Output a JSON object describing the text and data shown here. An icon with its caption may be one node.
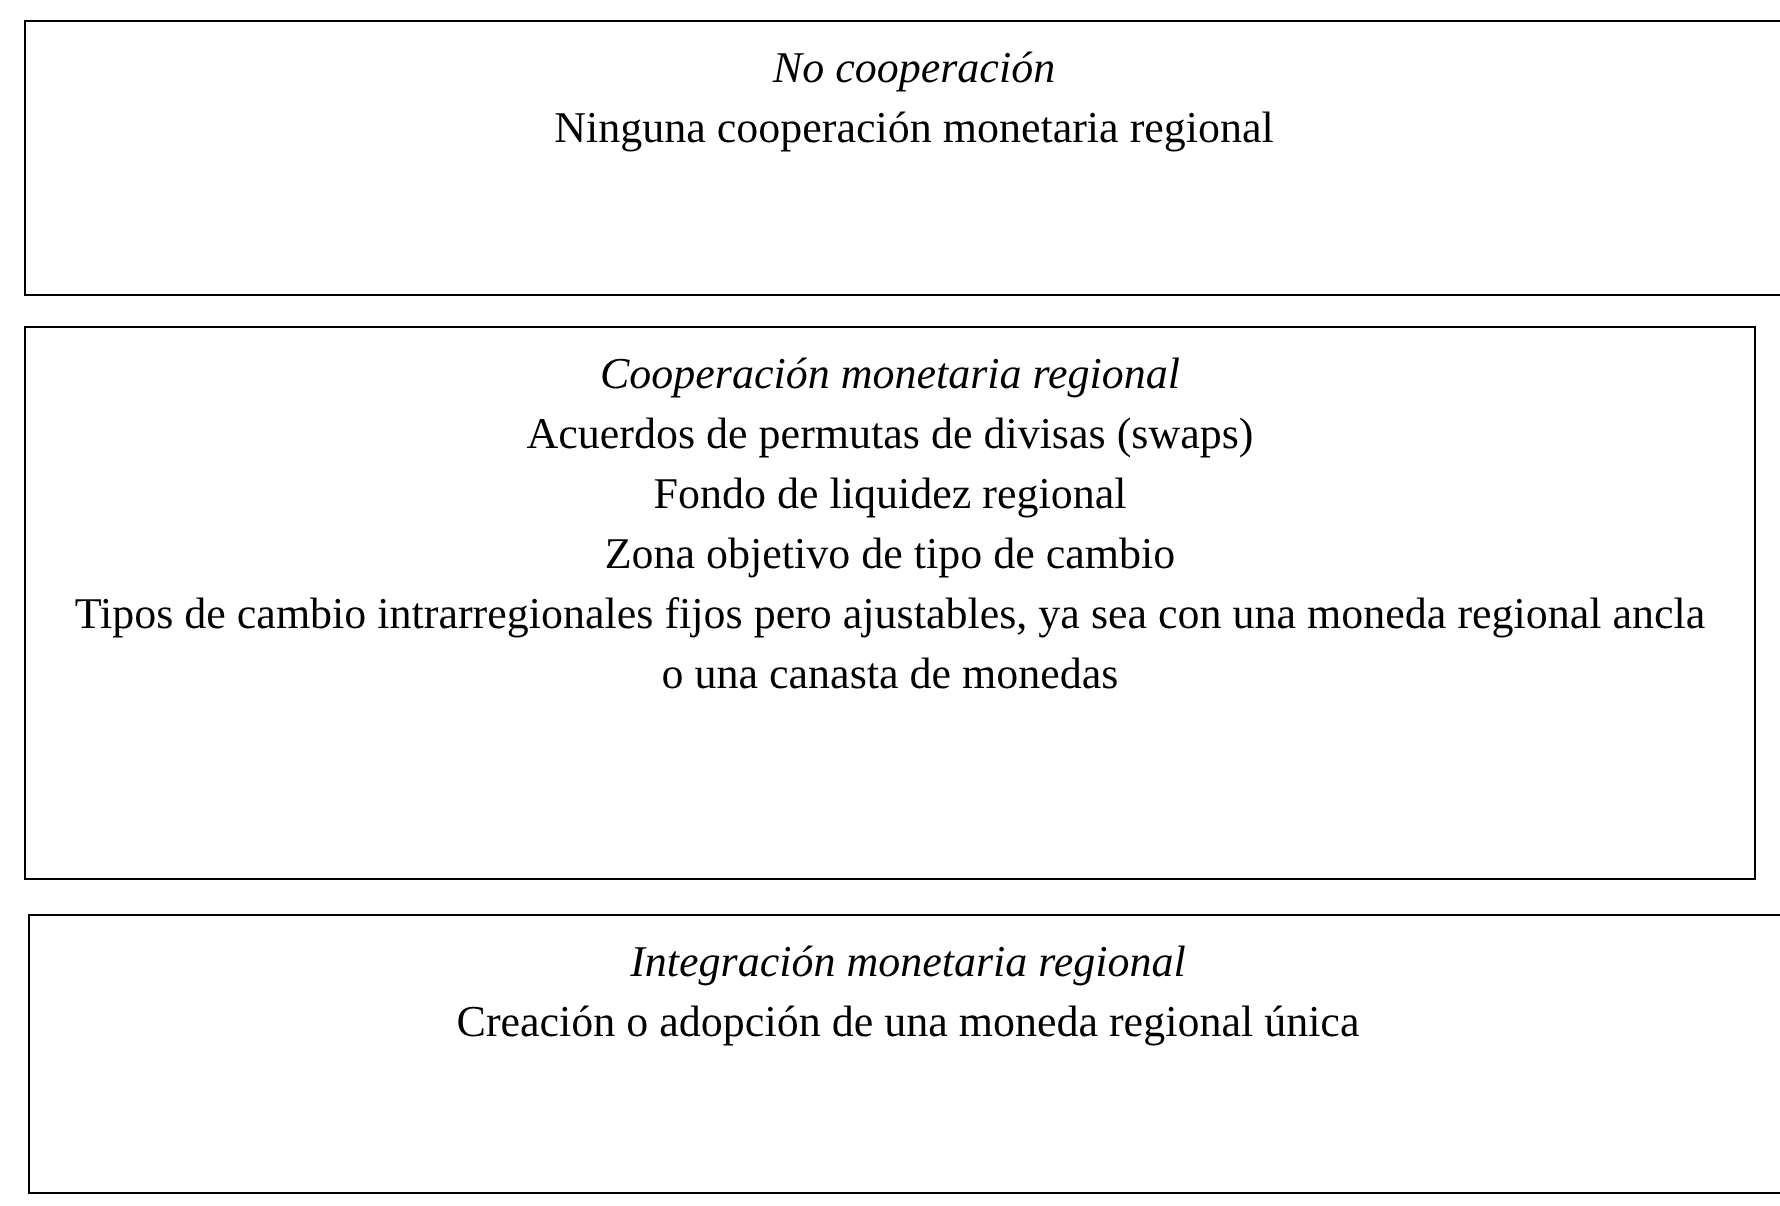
{
  "diagram": {
    "nodes": [
      {
        "text": [
          "No cooperación",
          "Ninguna cooperación monetaria regional"
        ]
      },
      {
        "text": [
          "Cooperación monetaria regional",
          "Acuerdos de permutas de divisas (swaps)",
          "Fondo de liquidez regional",
          "Zona objetivo de tipo de cambio",
          "Tipos de cambio intrarregionales fijos pero ajustables, ya sea con una moneda regional ancla o una canasta de monedas"
        ]
      },
      {
        "text": [
          "Integración monetaria regional",
          "Creación o adopción de una moneda regional única"
        ]
      }
    ]
  }
}
